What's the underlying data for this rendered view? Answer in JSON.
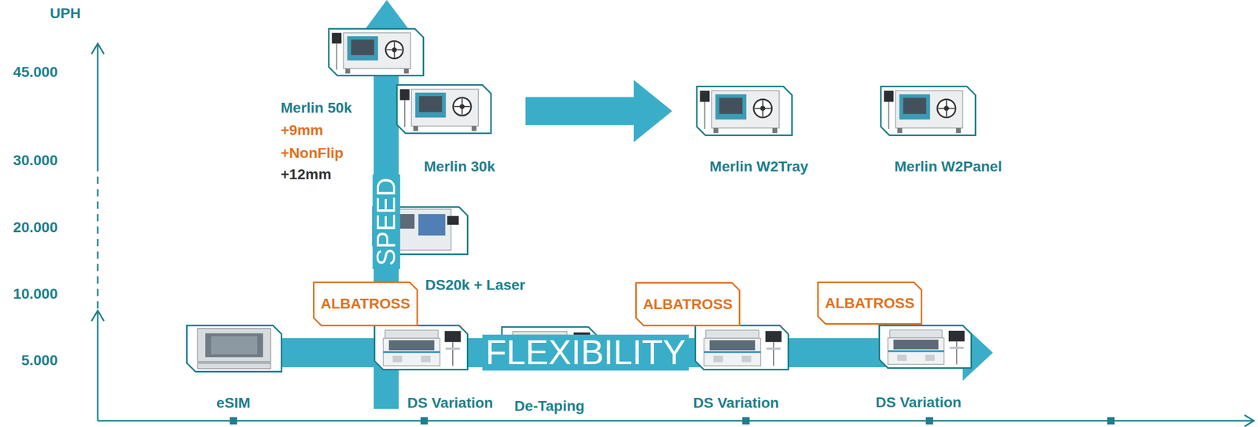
{
  "diagram": {
    "nodes": [
      {
        "text": [
          "Merlin 50k",
          "+9mm",
          "+NonFlip",
          "+12mm"
        ]
      },
      {
        "text": [
          "Merlin 30k"
        ]
      },
      {
        "text": [
          "Merlin W2Tray"
        ]
      },
      {
        "text": [
          "Merlin W2Panel"
        ]
      },
      {
        "text": [
          "DS20k + Laser"
        ]
      },
      {
        "text": [
          "ALBATROSS"
        ]
      },
      {
        "text": [
          "ALBATROSS"
        ]
      },
      {
        "text": [
          "ALBATROSS"
        ]
      },
      {
        "text": [
          "eSIM"
        ]
      },
      {
        "text": [
          "DS Variation"
        ]
      },
      {
        "text": [
          "De-Taping"
        ]
      },
      {
        "text": [
          "DS Variation"
        ]
      },
      {
        "text": [
          "DS Variation"
        ]
      }
    ],
    "edges": [
      {
        "from": 1,
        "to": 2,
        "arrow": "to"
      }
    ],
    "labels": [
      "UPH",
      "45.000",
      "30.000",
      "20.000",
      "10.000",
      "5.000",
      "SPEED",
      "FLEXIBILITY"
    ]
  }
}
